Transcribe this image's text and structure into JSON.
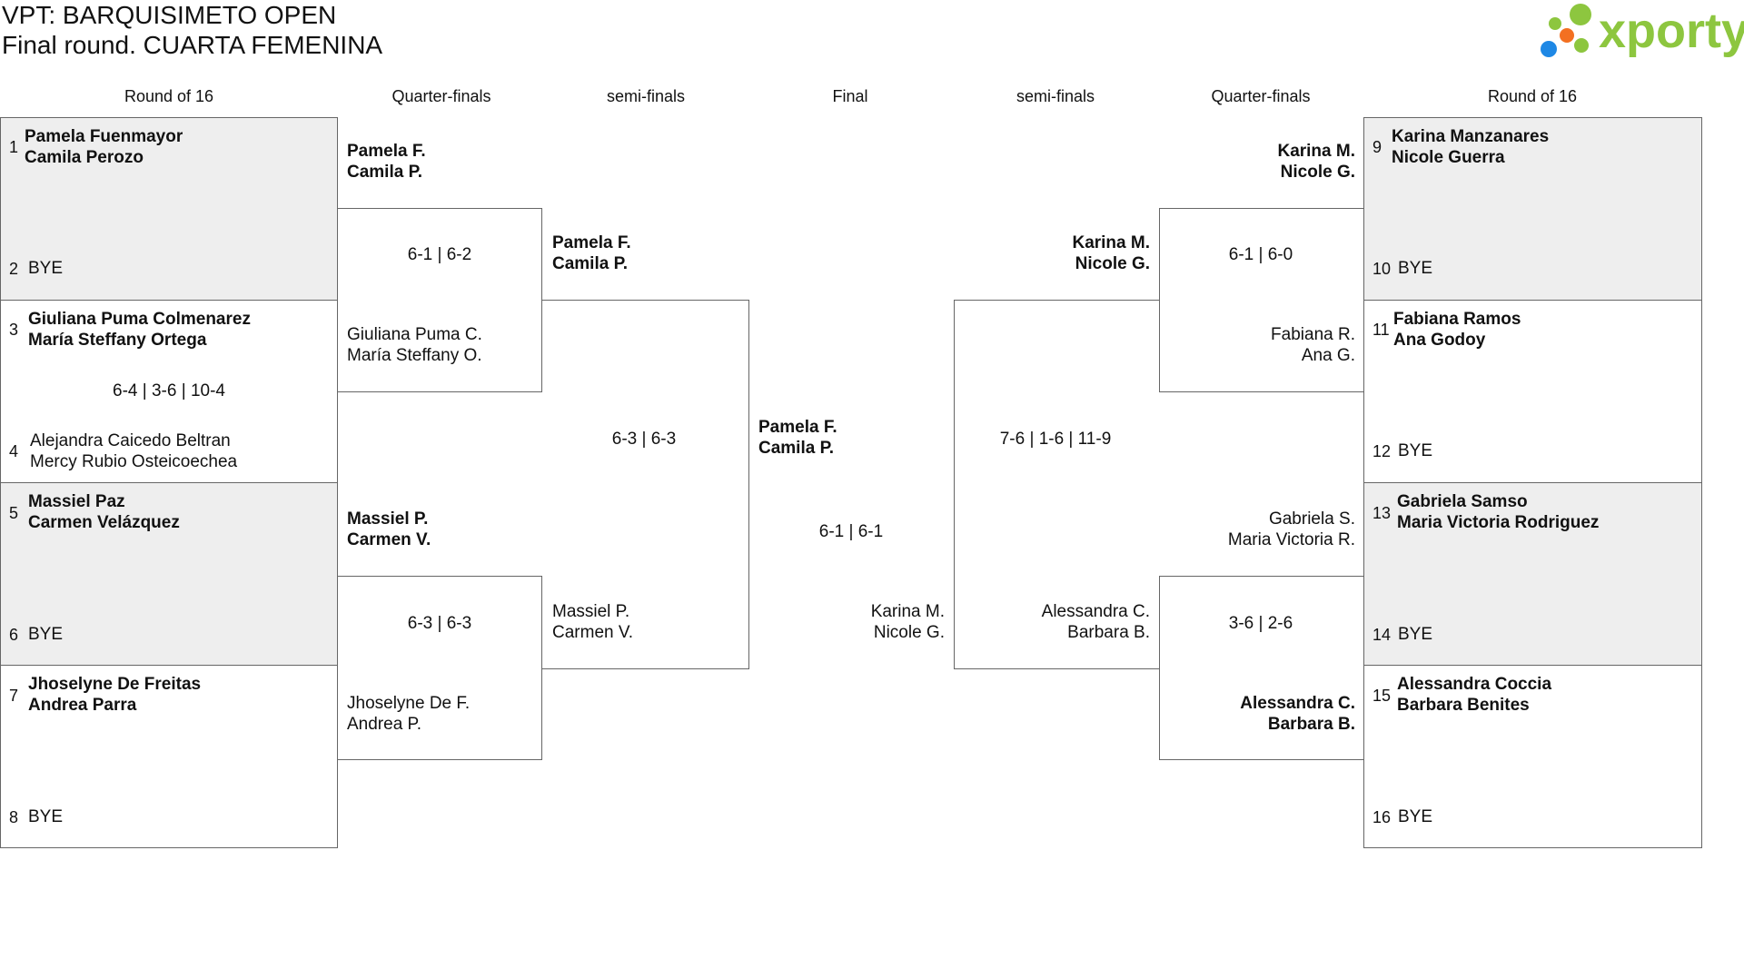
{
  "header": {
    "title": "VPT: BARQUISIMETO OPEN",
    "subtitle": "Final round. CUARTA FEMENINA",
    "logo_text": "xporty",
    "logo_colors": [
      "#8dc63f",
      "#1e88e5",
      "#f37021"
    ]
  },
  "round_headers": {
    "left_r16": "Round of 16",
    "left_qf": "Quarter-finals",
    "left_sf": "semi-finals",
    "final": "Final",
    "right_sf": "semi-finals",
    "right_qf": "Quarter-finals",
    "right_r16": "Round of 16"
  },
  "round_of_16": {
    "left": [
      {
        "seed_a": "1",
        "a1": "Pamela Fuenmayor",
        "a2": "Camila Perozo",
        "seed_b": "2",
        "b": "BYE",
        "score": ""
      },
      {
        "seed_a": "3",
        "a1": "Giuliana Puma Colmenarez",
        "a2": "María Steffany Ortega",
        "seed_b": "4",
        "b1": "Alejandra Caicedo Beltran",
        "b2": "Mercy Rubio Osteicoechea",
        "score": "6-4 | 3-6 | 10-4"
      },
      {
        "seed_a": "5",
        "a1": "Massiel Paz",
        "a2": "Carmen Velázquez",
        "seed_b": "6",
        "b": "BYE",
        "score": ""
      },
      {
        "seed_a": "7",
        "a1": "Jhoselyne De Freitas",
        "a2": "Andrea Parra",
        "seed_b": "8",
        "b": "BYE",
        "score": ""
      }
    ],
    "right": [
      {
        "seed_a": "9",
        "a1": "Karina Manzanares",
        "a2": "Nicole Guerra",
        "seed_b": "10",
        "b": "BYE",
        "score": ""
      },
      {
        "seed_a": "11",
        "a1": "Fabiana Ramos",
        "a2": "Ana Godoy",
        "seed_b": "12",
        "b": "BYE",
        "score": ""
      },
      {
        "seed_a": "13",
        "a1": "Gabriela Samso",
        "a2": "Maria Victoria Rodriguez",
        "seed_b": "14",
        "b": "BYE",
        "score": ""
      },
      {
        "seed_a": "15",
        "a1": "Alessandra Coccia",
        "a2": "Barbara Benites",
        "seed_b": "16",
        "b": "BYE",
        "score": ""
      }
    ]
  },
  "quarter_finals": {
    "left": [
      {
        "top": [
          "Pamela F.",
          "Camila P."
        ],
        "bottom": [
          "Giuliana Puma C.",
          "María Steffany O."
        ],
        "score": "6-1 | 6-2",
        "winner": "top"
      },
      {
        "top": [
          "Massiel P.",
          "Carmen V."
        ],
        "bottom": [
          "Jhoselyne De F.",
          "Andrea P."
        ],
        "score": "6-3 | 6-3",
        "winner": "top"
      }
    ],
    "right": [
      {
        "top": [
          "Karina M.",
          "Nicole G."
        ],
        "bottom": [
          "Fabiana R.",
          "Ana G."
        ],
        "score": "6-1 | 6-0",
        "winner": "top"
      },
      {
        "top": [
          "Gabriela S.",
          "Maria Victoria R."
        ],
        "bottom": [
          "Alessandra C.",
          "Barbara B."
        ],
        "score": "3-6 | 2-6",
        "winner": "bottom"
      }
    ]
  },
  "semi_finals": {
    "left": {
      "top": [
        "Pamela F.",
        "Camila P."
      ],
      "bottom": [
        "Massiel P.",
        "Carmen V."
      ],
      "score": "6-3 | 6-3",
      "winner": "top"
    },
    "right": {
      "top": [
        "Karina M.",
        "Nicole G."
      ],
      "bottom": [
        "Alessandra C.",
        "Barbara B."
      ],
      "score": "7-6 | 1-6 | 11-9",
      "winner": "top"
    }
  },
  "final": {
    "top": [
      "Pamela F.",
      "Camila P."
    ],
    "bottom": [
      "Karina M.",
      "Nicole G."
    ],
    "score": "6-1 | 6-1",
    "winner": "top"
  }
}
